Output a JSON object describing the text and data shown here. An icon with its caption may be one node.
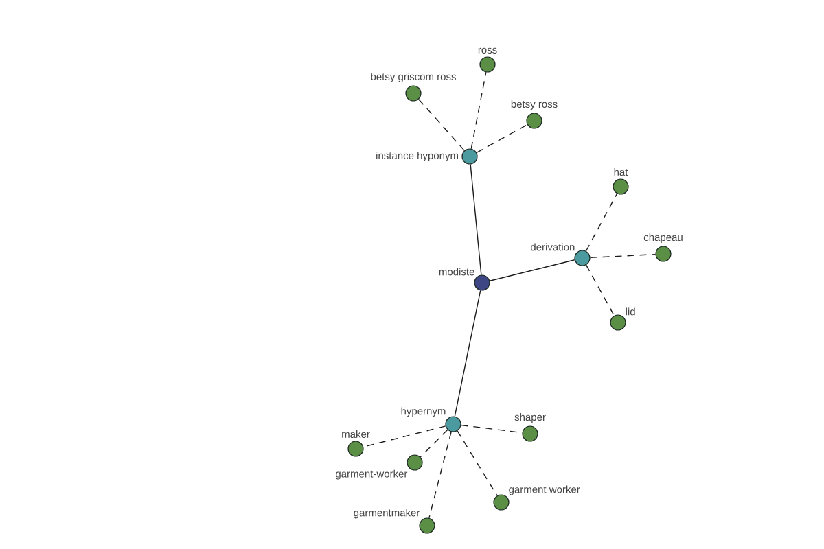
{
  "diagram": {
    "nodes": [
      {
        "text": [
          "ross"
        ]
      },
      {
        "text": [
          "betsy griscom ross"
        ]
      },
      {
        "text": [
          "betsy ross"
        ]
      },
      {
        "text": [
          "instance hyponym"
        ]
      },
      {
        "text": [
          "hat"
        ]
      },
      {
        "text": [
          "chapeau"
        ]
      },
      {
        "text": [
          "derivation"
        ]
      },
      {
        "text": [
          "modiste"
        ]
      },
      {
        "text": [
          "lid"
        ]
      },
      {
        "text": [
          "hypernym"
        ]
      },
      {
        "text": [
          "shaper"
        ]
      },
      {
        "text": [
          "maker"
        ]
      },
      {
        "text": [
          "garment-worker"
        ]
      },
      {
        "text": [
          "garment worker"
        ]
      },
      {
        "text": [
          "garmentmaker"
        ]
      }
    ],
    "edges": [
      {
        "from": 7,
        "to": 3,
        "arrow": "none"
      },
      {
        "from": 7,
        "to": 6,
        "arrow": "none"
      },
      {
        "from": 7,
        "to": 9,
        "arrow": "none"
      },
      {
        "from": 3,
        "to": 0,
        "arrow": "none",
        "style": "dashed"
      },
      {
        "from": 3,
        "to": 1,
        "arrow": "none",
        "style": "dashed"
      },
      {
        "from": 3,
        "to": 2,
        "arrow": "none",
        "style": "dashed"
      },
      {
        "from": 6,
        "to": 4,
        "arrow": "none",
        "style": "dashed"
      },
      {
        "from": 6,
        "to": 5,
        "arrow": "none",
        "style": "dashed"
      },
      {
        "from": 6,
        "to": 8,
        "arrow": "none",
        "style": "dashed"
      },
      {
        "from": 9,
        "to": 11,
        "arrow": "none",
        "style": "dashed"
      },
      {
        "from": 9,
        "to": 12,
        "arrow": "none",
        "style": "dashed"
      },
      {
        "from": 9,
        "to": 14,
        "arrow": "none",
        "style": "dashed"
      },
      {
        "from": 9,
        "to": 13,
        "arrow": "none",
        "style": "dashed"
      },
      {
        "from": 9,
        "to": 10,
        "arrow": "none",
        "style": "dashed"
      }
    ]
  }
}
